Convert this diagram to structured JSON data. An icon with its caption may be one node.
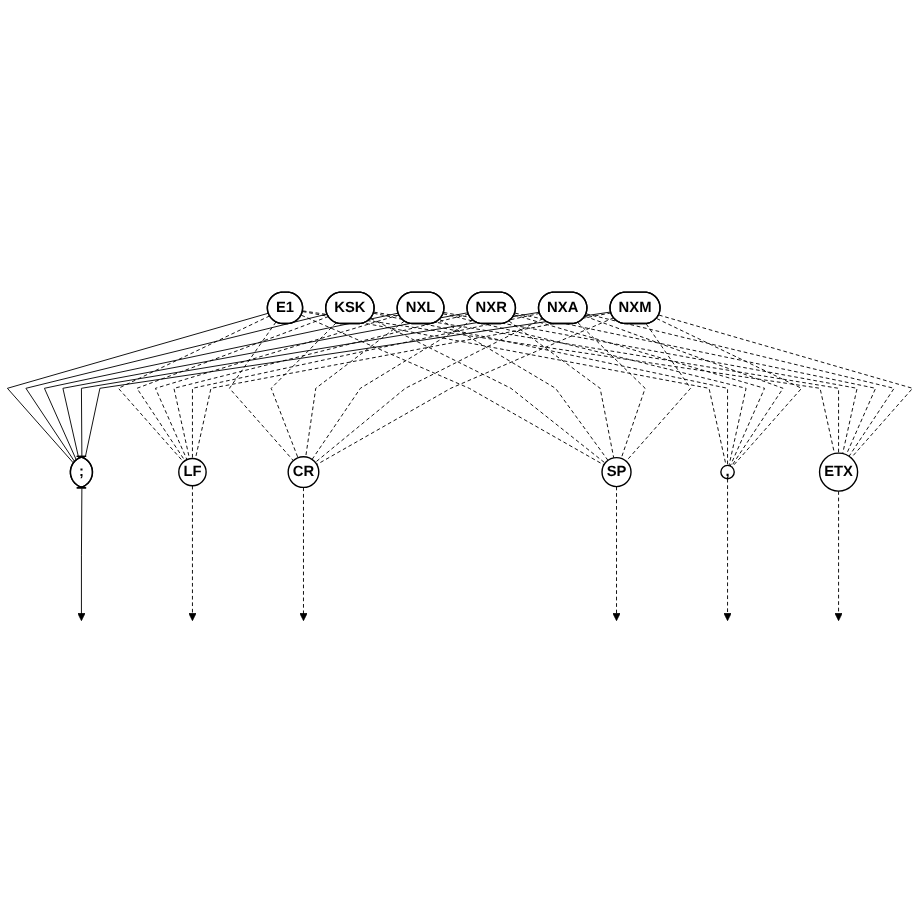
{
  "diagram": {
    "nodes": [
      {
        "text": [
          "E1"
        ]
      },
      {
        "text": [
          "KSK"
        ]
      },
      {
        "text": [
          "NXL"
        ]
      },
      {
        "text": [
          "NXR"
        ]
      },
      {
        "text": [
          "NXA"
        ]
      },
      {
        "text": [
          "NXM"
        ]
      },
      {
        "text": [
          ";"
        ]
      },
      {
        "text": [
          "LF"
        ]
      },
      {
        "text": [
          "CR"
        ]
      },
      {
        "text": [
          "SP"
        ]
      },
      {
        "text": [
          ","
        ]
      },
      {
        "text": [
          "ETX"
        ]
      }
    ],
    "edges": [
      {
        "from": 0,
        "to": 6,
        "arrow": "none"
      },
      {
        "from": 0,
        "to": 7,
        "arrow": "none",
        "style": "dashed"
      },
      {
        "from": 0,
        "to": 8,
        "arrow": "none",
        "style": "dashed"
      },
      {
        "from": 0,
        "to": 9,
        "arrow": "none",
        "style": "dashed"
      },
      {
        "from": 0,
        "to": 10,
        "arrow": "none",
        "style": "dashed"
      },
      {
        "from": 0,
        "to": 11,
        "arrow": "none",
        "style": "dashed"
      },
      {
        "from": 1,
        "to": 6,
        "arrow": "none"
      },
      {
        "from": 1,
        "to": 7,
        "arrow": "none",
        "style": "dashed"
      },
      {
        "from": 1,
        "to": 8,
        "arrow": "none",
        "style": "dashed"
      },
      {
        "from": 1,
        "to": 9,
        "arrow": "none",
        "style": "dashed"
      },
      {
        "from": 1,
        "to": 10,
        "arrow": "none",
        "style": "dashed"
      },
      {
        "from": 1,
        "to": 11,
        "arrow": "none",
        "style": "dashed"
      },
      {
        "from": 2,
        "to": 6,
        "arrow": "none"
      },
      {
        "from": 2,
        "to": 7,
        "arrow": "none",
        "style": "dashed"
      },
      {
        "from": 2,
        "to": 8,
        "arrow": "none",
        "style": "dashed"
      },
      {
        "from": 2,
        "to": 9,
        "arrow": "none",
        "style": "dashed"
      },
      {
        "from": 2,
        "to": 10,
        "arrow": "none",
        "style": "dashed"
      },
      {
        "from": 2,
        "to": 11,
        "arrow": "none",
        "style": "dashed"
      },
      {
        "from": 3,
        "to": 6,
        "arrow": "none"
      },
      {
        "from": 3,
        "to": 7,
        "arrow": "none",
        "style": "dashed"
      },
      {
        "from": 3,
        "to": 8,
        "arrow": "none",
        "style": "dashed"
      },
      {
        "from": 3,
        "to": 9,
        "arrow": "none",
        "style": "dashed"
      },
      {
        "from": 3,
        "to": 10,
        "arrow": "none",
        "style": "dashed"
      },
      {
        "from": 3,
        "to": 11,
        "arrow": "none",
        "style": "dashed"
      },
      {
        "from": 4,
        "to": 6,
        "arrow": "none"
      },
      {
        "from": 4,
        "to": 7,
        "arrow": "none",
        "style": "dashed"
      },
      {
        "from": 4,
        "to": 8,
        "arrow": "none",
        "style": "dashed"
      },
      {
        "from": 4,
        "to": 9,
        "arrow": "none",
        "style": "dashed"
      },
      {
        "from": 4,
        "to": 10,
        "arrow": "none",
        "style": "dashed"
      },
      {
        "from": 4,
        "to": 11,
        "arrow": "none",
        "style": "dashed"
      },
      {
        "from": 5,
        "to": 6,
        "arrow": "none"
      },
      {
        "from": 5,
        "to": 7,
        "arrow": "none",
        "style": "dashed"
      },
      {
        "from": 5,
        "to": 8,
        "arrow": "none",
        "style": "dashed"
      },
      {
        "from": 5,
        "to": 9,
        "arrow": "none",
        "style": "dashed"
      },
      {
        "from": 5,
        "to": 10,
        "arrow": "none",
        "style": "dashed"
      },
      {
        "from": 5,
        "to": 11,
        "arrow": "none",
        "style": "dashed"
      },
      {
        "from": 6,
        "to": null,
        "arrow": "to"
      },
      {
        "from": 7,
        "to": null,
        "arrow": "to",
        "style": "dashed"
      },
      {
        "from": 8,
        "to": null,
        "arrow": "to",
        "style": "dashed"
      },
      {
        "from": 9,
        "to": null,
        "arrow": "to",
        "style": "dashed"
      },
      {
        "from": 10,
        "to": null,
        "arrow": "to",
        "style": "dashed"
      },
      {
        "from": 11,
        "to": null,
        "arrow": "to",
        "style": "dashed"
      }
    ]
  }
}
